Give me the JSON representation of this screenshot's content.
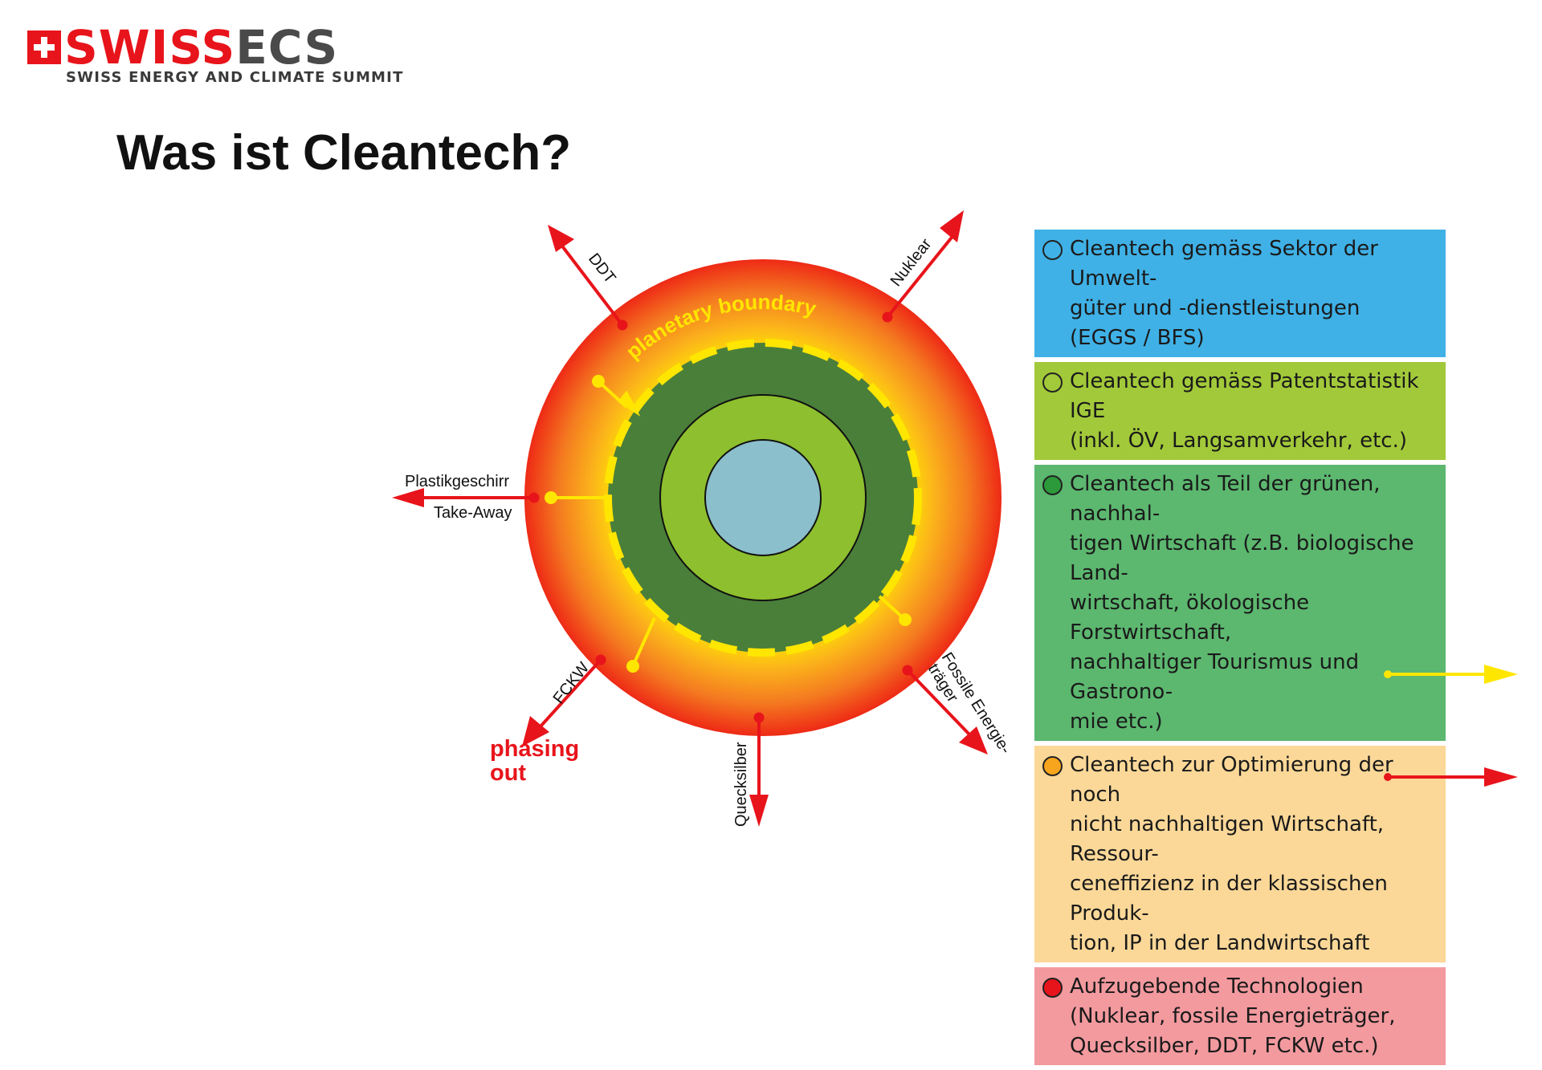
{
  "header": {
    "logo_swiss": "SWISS",
    "logo_ecs": "ECS",
    "logo_tagline": "SWISS ENERGY AND CLIMATE SUMMIT",
    "title": "Was ist Cleantech?"
  },
  "diagram": {
    "boundary_label": "planetary boundary",
    "phasing_out": [
      "phasing",
      "out"
    ],
    "arrows": [
      {
        "label": "DDT"
      },
      {
        "label": "Nuklear"
      },
      {
        "label_lines": [
          "Plastikgeschirr",
          "Take-Away"
        ]
      },
      {
        "label": "FCKW"
      },
      {
        "label": "Quecksilber"
      },
      {
        "label_lines": [
          "Fossile Energie-",
          "träger"
        ]
      }
    ],
    "colors": {
      "outer_red": "#ee2a16",
      "orange": "#f7941d",
      "yellow": "#ffe600",
      "dark_green": "#4a7f3a",
      "light_green": "#8dbf2e",
      "core_blue": "#8bbfcc",
      "arrow_red": "#e8141b"
    }
  },
  "legend": {
    "items": [
      {
        "text": "Cleantech gemäss Sektor der Umwelt-\ngüter und -dienstleistungen\n(EGGS / BFS)",
        "bg": "#3fb1e6",
        "dot": "#3fb1e6"
      },
      {
        "text": "Cleantech gemäss Patentstatistik IGE\n(inkl. ÖV, Langsamverkehr, etc.)",
        "bg": "#a2c93a",
        "dot": "#a2c93a"
      },
      {
        "text": "Cleantech als Teil der grünen, nachhal-\ntigen Wirtschaft (z.B. biologische Land-\nwirtschaft, ökologische Forstwirtschaft,\nnachhaltiger Tourismus und Gastrono-\nmie etc.)",
        "bg": "#5cb76f",
        "dot": "#2c9a3a"
      },
      {
        "text": "Cleantech zur Optimierung der noch\nnicht nachhaltigen Wirtschaft, Ressour-\nceneffizienz in der klassischen Produk-\ntion, IP in der Landwirtschaft",
        "bg": "#fbd898",
        "dot": "#f7a51d"
      },
      {
        "text": "Aufzugebende Technologien\n(Nuklear, fossile Energieträger,\nQuecksilber, DDT, FCKW etc.)",
        "bg": "#f39a9f",
        "dot": "#e8141b"
      }
    ]
  }
}
